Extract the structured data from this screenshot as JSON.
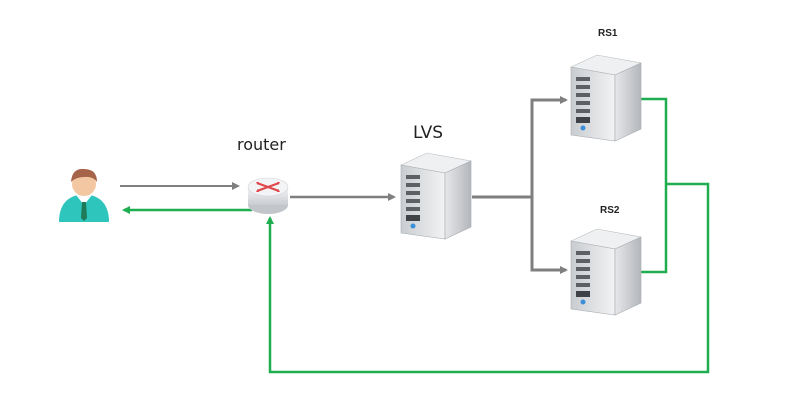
{
  "nodes": {
    "router": {
      "label": "router"
    },
    "lvs": {
      "label": "LVS"
    },
    "rs1": {
      "label": "RS1"
    },
    "rs2": {
      "label": "RS2"
    }
  },
  "colors": {
    "request_arrow": "#7f7f7f",
    "response_arrow": "#1fae4f",
    "server_body": "#d9dcdf",
    "router_cross": "#e0474c",
    "user_shirt": "#2ec5bd",
    "user_hair": "#a5634a"
  },
  "icons": {
    "user": "user-icon",
    "router": "router-icon",
    "server": "server-icon"
  }
}
